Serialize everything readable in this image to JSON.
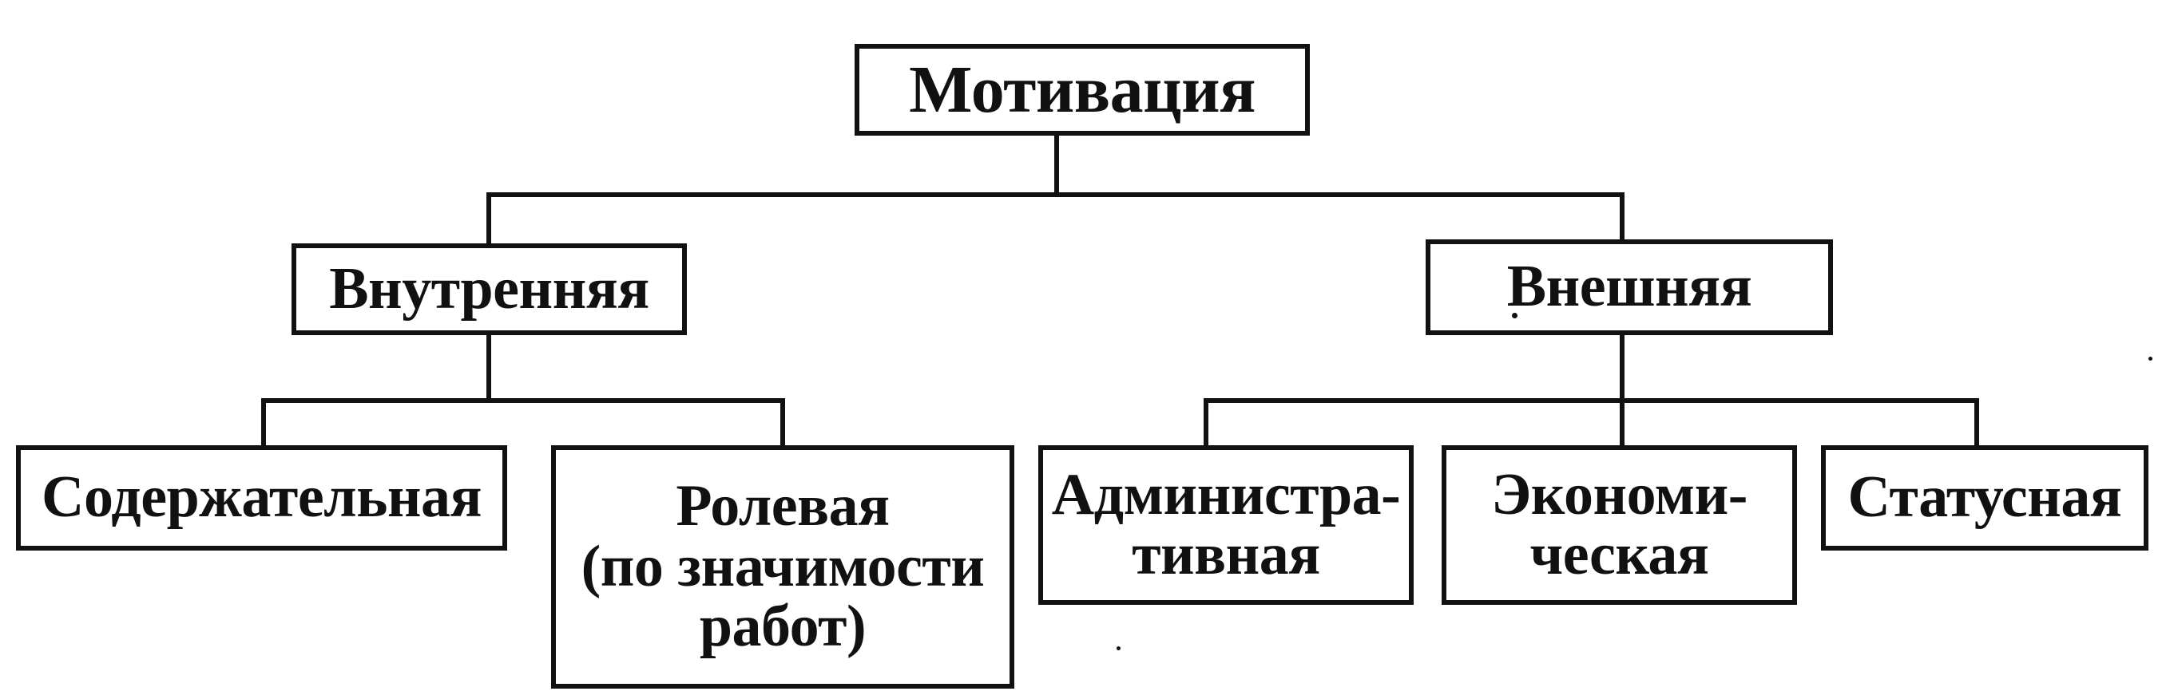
{
  "diagram": {
    "root": {
      "label": "Мотивация"
    },
    "branches": [
      {
        "label": "Внутренняя",
        "children": [
          {
            "label": "Содержательная"
          },
          {
            "label": "Ролевая\n(по значимости\nработ)"
          }
        ]
      },
      {
        "label": "Внешняя",
        "children": [
          {
            "label": "Администра-\nтивная"
          },
          {
            "label": "Экономи-\nческая"
          },
          {
            "label": "Статусная"
          }
        ]
      }
    ]
  }
}
